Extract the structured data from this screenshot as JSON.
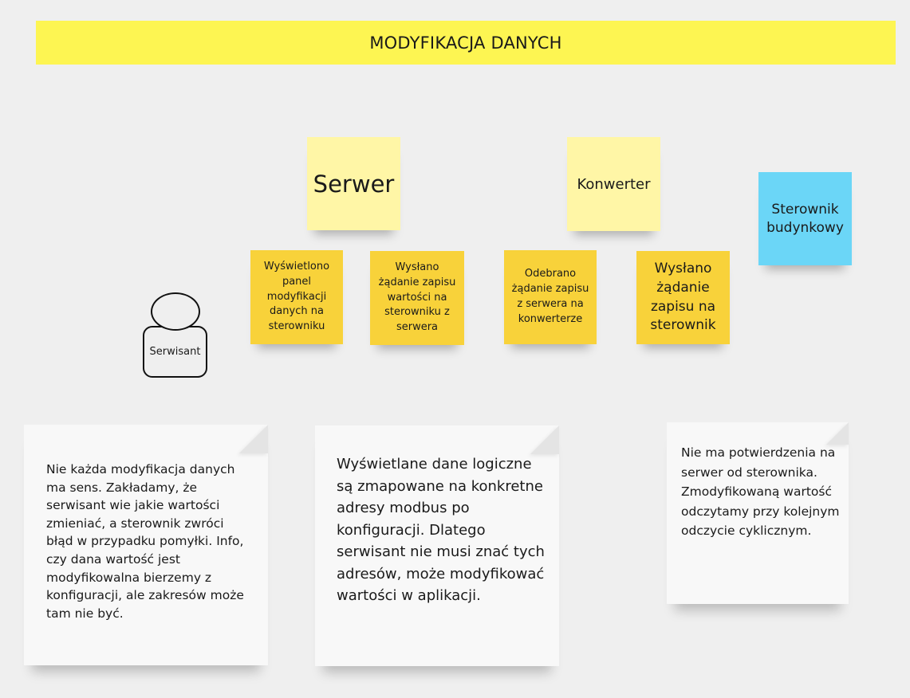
{
  "title": "MODYFIKACJA DANYCH",
  "actor": {
    "label": "Serwisant",
    "icon": "person-icon"
  },
  "systems": {
    "server": "Serwer",
    "converter": "Konwerter",
    "controller": "Sterownik budynkowy"
  },
  "events": {
    "e1": "Wyświetlono panel modyfikacji danych na sterowniku",
    "e2": "Wysłano żądanie zapisu wartości na sterowniku z serwera",
    "e3": "Odebrano żądanie zapisu z serwera na konwerterze",
    "e4": "Wysłano żądanie zapisu na sterownik"
  },
  "notes": {
    "n1": "Nie każda modyfikacja danych ma sens. Zakładamy, że serwisant wie jakie wartości zmieniać, a sterownik zwróci błąd w przypadku pomyłki. Info, czy dana wartość jest modyfikowalna bierzemy z konfiguracji, ale zakresów może tam nie być.",
    "n2": "Wyświetlane dane logiczne są zmapowane na konkretne adresy modbus po konfiguracji. Dlatego serwisant nie musi znać tych adresów, może modyfikować wartości w aplikacji.",
    "n3": "Nie ma potwierdzenia na serwer od sterownika. Zmodyfikowaną wartość odczytamy przy kolejnym  odczycie cyklicznym."
  },
  "colors": {
    "title_bg": "#fdf552",
    "system_sticky": "#fff6a6",
    "event_sticky": "#f8d23a",
    "external_system": "#6bd6f7",
    "note_bg": "#f8f8f8",
    "canvas": "#efefef"
  }
}
